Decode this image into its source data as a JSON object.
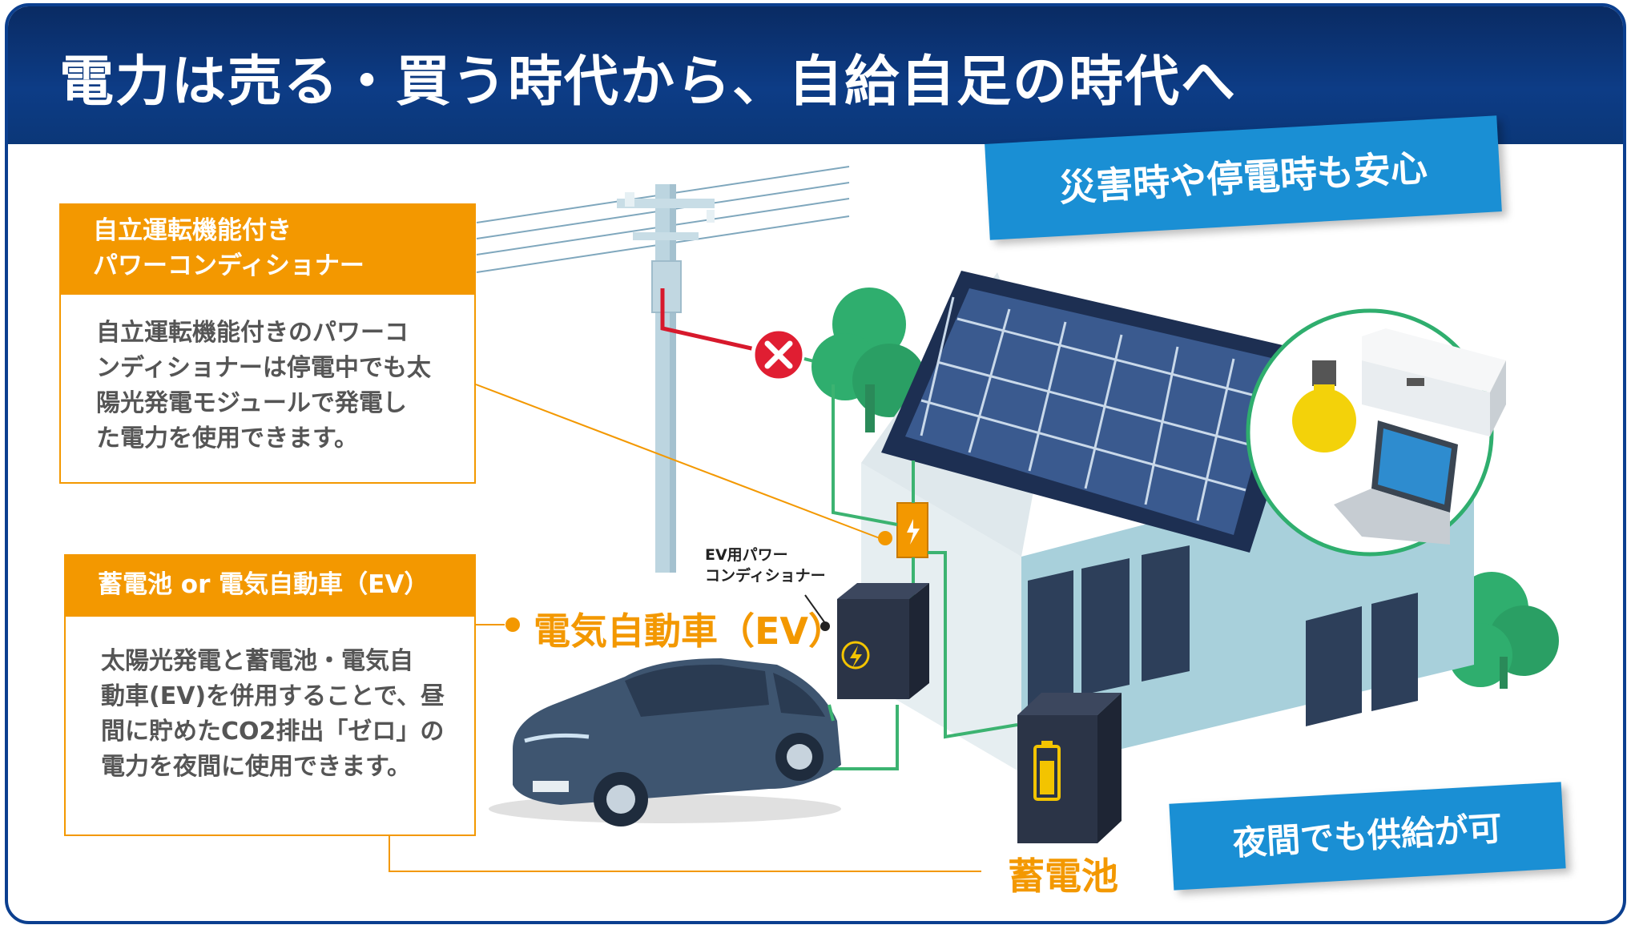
{
  "header": {
    "title": "電力は売る・買う時代から、自給自足の時代へ"
  },
  "callouts": {
    "power_conditioner": {
      "title_line1": "自立運転機能付き",
      "title_line2": "パワーコンディショナー",
      "body": "自立運転機能付きのパワーコ\nンディショナーは停電中でも太\n陽光発電モジュールで発電し\nた電力を使用できます。"
    },
    "battery_ev": {
      "title": "蓄電池 or 電気自動車（EV）",
      "body": "太陽光発電と蓄電池・電気自\n動車(EV)を併用することで、昼\n間に貯めたCO2排出「ゼロ」の\n電力を夜間に使用できます。"
    }
  },
  "banners": {
    "disaster": "災害時や停電時も安心",
    "night": "夜間でも供給が可"
  },
  "labels": {
    "ev": "電気自動車（EV）",
    "battery": "蓄電池",
    "ev_conditioner": "EV用パワー\nコンディショナー"
  },
  "colors": {
    "header": "#0d3c86",
    "accent_orange": "#f39800",
    "banner_blue": "#1a8fd4",
    "wire_green": "#3cb371",
    "grid_red": "#d7192c"
  },
  "icons": [
    "utility-pole-icon",
    "blocked-x-icon",
    "solar-house-icon",
    "bulb-icon",
    "air-conditioner-icon",
    "laptop-icon",
    "ev-car-icon",
    "battery-icon",
    "lightning-icon"
  ]
}
